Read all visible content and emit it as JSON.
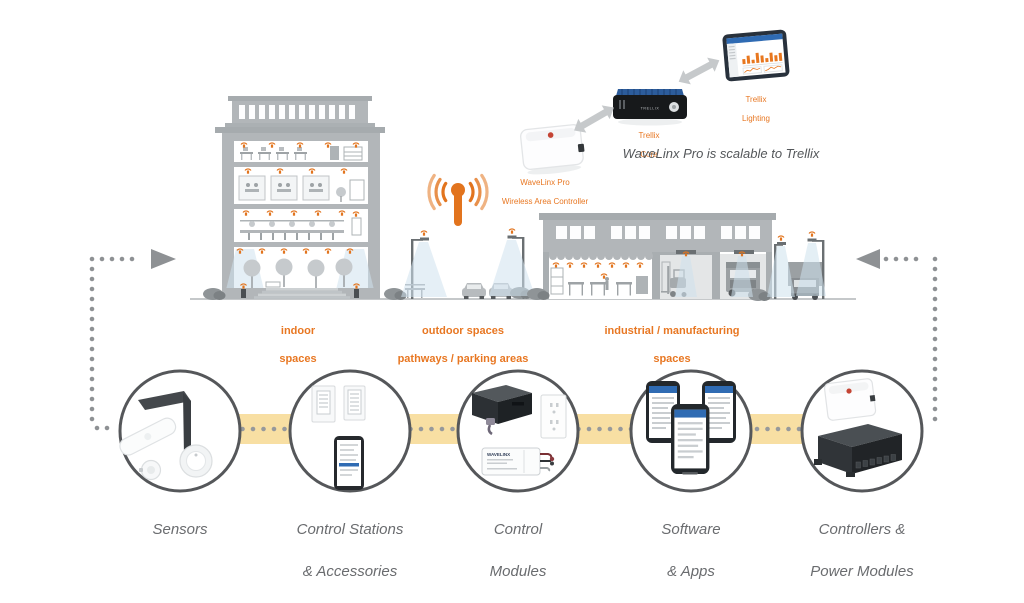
{
  "colors": {
    "accent_orange": "#E87722",
    "artwork_orange": "#E2741E",
    "artwork_gray": "#B2B6B9",
    "caption_gray": "#54575A",
    "category_label_gray": "#6A6C6F",
    "band_yellow": "#F8DFA3",
    "connector_gray": "#8E9194",
    "screen_blue": "#2F6BB3"
  },
  "top_diagram": {
    "caption": "WaveLinx Pro is scalable to Trellix",
    "wac_label_line1": "WaveLinx Pro",
    "wac_label_line2": "Wireless Area Controller",
    "core_label_line1": "Trellix",
    "core_label_line2": "Core",
    "core_device_text": "TRELLIX",
    "tablet_label_line1": "Trellix",
    "tablet_label_line2": "Lighting"
  },
  "zones": [
    {
      "line1": "indoor",
      "line2": "spaces"
    },
    {
      "line1": "outdoor spaces",
      "line2": "pathways / parking areas"
    },
    {
      "line1": "industrial / manufacturing",
      "line2": "spaces"
    }
  ],
  "categories": [
    {
      "line1": "Sensors",
      "line2": ""
    },
    {
      "line1": "Control Stations",
      "line2": "& Accessories"
    },
    {
      "line1": "Control",
      "line2": "Modules"
    },
    {
      "line1": "Software",
      "line2": "& Apps"
    },
    {
      "line1": "Controllers &",
      "line2": "Power Modules"
    }
  ],
  "device_texts": {
    "control_module": "WAVELINX"
  }
}
